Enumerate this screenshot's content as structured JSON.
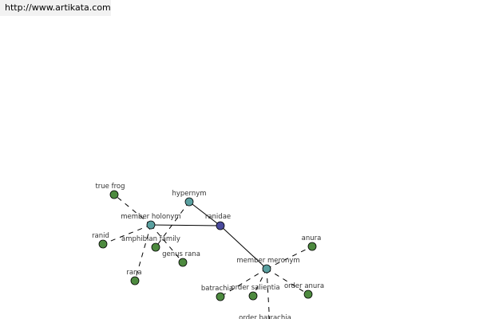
{
  "url_text": "http://www.artikata.com",
  "colors": {
    "center": "#4a4a9c",
    "relation": "#5aa0a0",
    "word": "#4d8a3f",
    "edge": "#000000",
    "url_bg": "#f2f2f2"
  },
  "nodes": [
    {
      "id": "ranidae",
      "label": "ranidae",
      "kind": "center"
    },
    {
      "id": "hypernym",
      "label": "hypernym",
      "kind": "relation"
    },
    {
      "id": "member-holonym",
      "label": "member holonym",
      "kind": "relation"
    },
    {
      "id": "member-meronym",
      "label": "member meronym",
      "kind": "relation"
    },
    {
      "id": "amphibian-family",
      "label": "amphibian family",
      "kind": "word"
    },
    {
      "id": "true-frog",
      "label": "true frog",
      "kind": "word"
    },
    {
      "id": "ranid",
      "label": "ranid",
      "kind": "word"
    },
    {
      "id": "rana",
      "label": "rana",
      "kind": "word"
    },
    {
      "id": "genus-rana",
      "label": "genus rana",
      "kind": "word"
    },
    {
      "id": "anura",
      "label": "anura",
      "kind": "word"
    },
    {
      "id": "batrachia",
      "label": "batrachia",
      "kind": "word"
    },
    {
      "id": "order-salientia",
      "label": "order salientia",
      "kind": "word"
    },
    {
      "id": "order-anura",
      "label": "order anura",
      "kind": "word"
    },
    {
      "id": "order-batrachia",
      "label": "order batrachia",
      "kind": "word"
    }
  ],
  "edges": [
    {
      "from": "ranidae",
      "to": "hypernym",
      "style": "solid"
    },
    {
      "from": "ranidae",
      "to": "member-holonym",
      "style": "solid"
    },
    {
      "from": "ranidae",
      "to": "member-meronym",
      "style": "solid"
    },
    {
      "from": "hypernym",
      "to": "amphibian-family",
      "style": "dashed"
    },
    {
      "from": "member-holonym",
      "to": "true-frog",
      "style": "dashed"
    },
    {
      "from": "member-holonym",
      "to": "ranid",
      "style": "dashed"
    },
    {
      "from": "member-holonym",
      "to": "rana",
      "style": "dashed"
    },
    {
      "from": "member-holonym",
      "to": "genus-rana",
      "style": "dashed"
    },
    {
      "from": "member-meronym",
      "to": "anura",
      "style": "dashed"
    },
    {
      "from": "member-meronym",
      "to": "batrachia",
      "style": "dashed"
    },
    {
      "from": "member-meronym",
      "to": "order-salientia",
      "style": "dashed"
    },
    {
      "from": "member-meronym",
      "to": "order-anura",
      "style": "dashed"
    },
    {
      "from": "member-meronym",
      "to": "order-batrachia",
      "style": "dashed"
    }
  ]
}
